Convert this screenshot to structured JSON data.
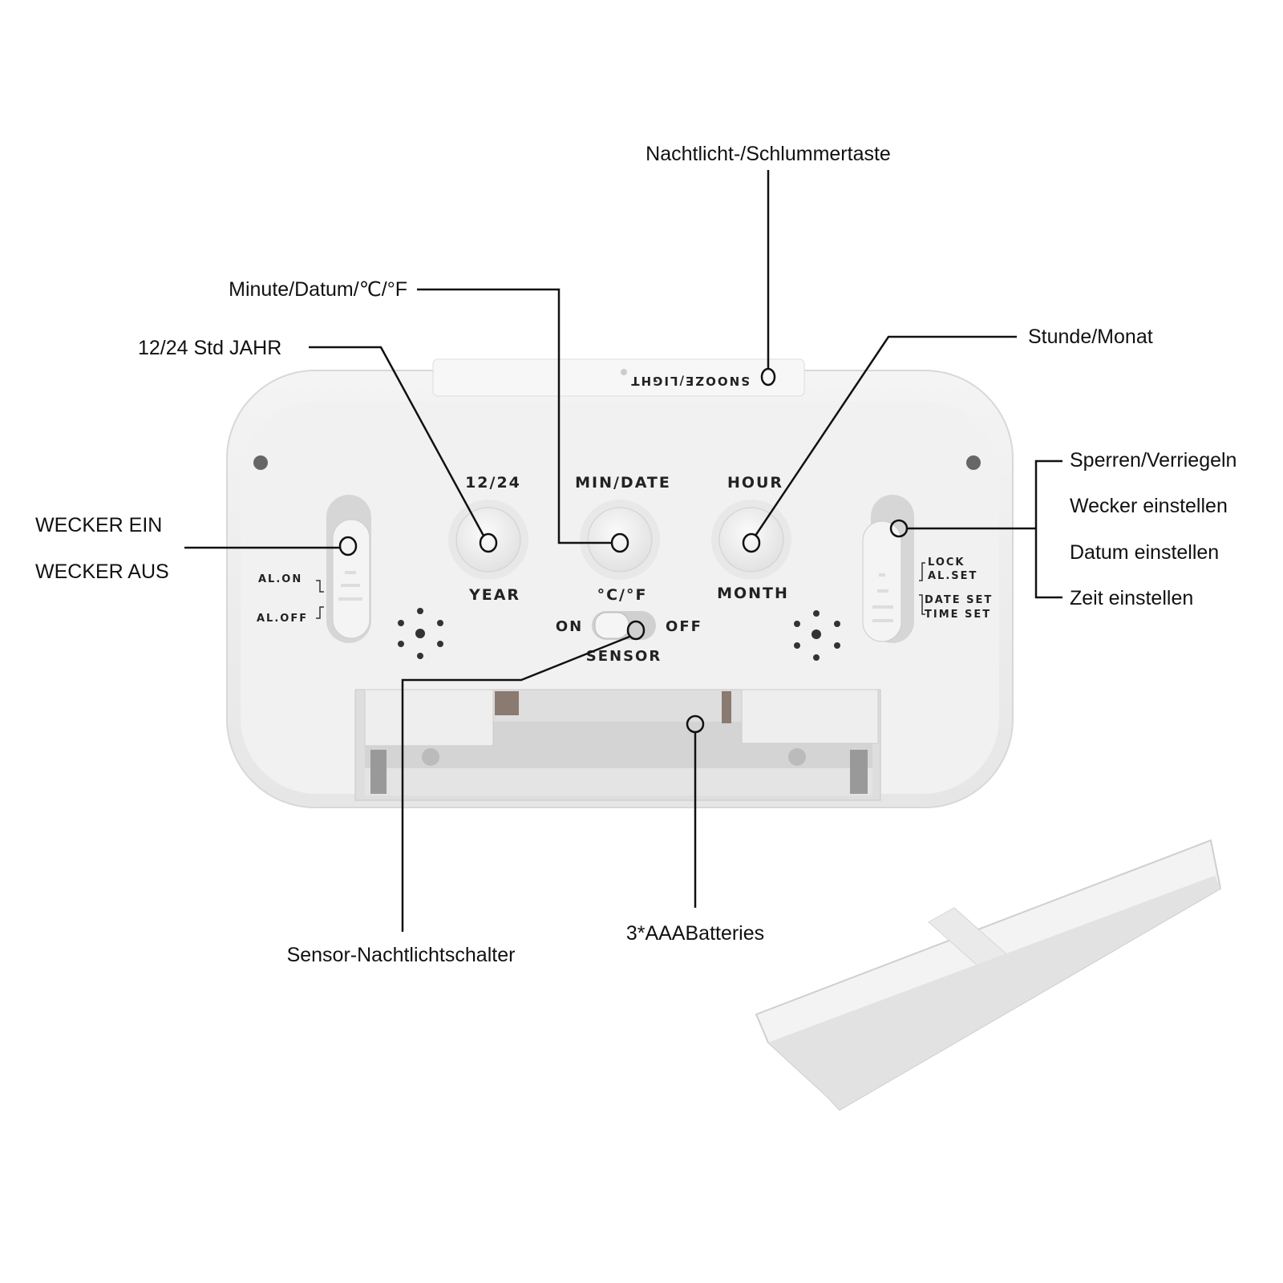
{
  "callouts": {
    "snooze": "Nachtlicht-/Schlummertaste",
    "minute": "Minute/Datum/℃/°F",
    "year": "12/24 Std JAHR",
    "hour": "Stunde/Monat",
    "lock": "Sperren/Verriegeln",
    "alarm_set": "Wecker einstellen",
    "date_set": "Datum einstellen",
    "time_set": "Zeit einstellen",
    "alarm_on": "WECKER EIN",
    "alarm_off": "WECKER AUS",
    "sensor": "Sensor-Nachtlichtschalter",
    "batteries": "3*AAABatteries"
  },
  "device": {
    "snooze_label": "SNOOZE/LIGHT",
    "btn1_top": "12/24",
    "btn1_bottom": "YEAR",
    "btn2_top": "MIN/DATE",
    "btn2_bottom": "°C/°F",
    "btn3_top": "HOUR",
    "btn3_bottom": "MONTH",
    "al_on": "AL.ON",
    "al_off": "AL.OFF",
    "lock": "LOCK",
    "al_set": "AL.SET",
    "date_set": "DATE SET",
    "time_set": "TIME SET",
    "sensor_on": "ON",
    "sensor_off": "OFF",
    "sensor": "SENSOR"
  }
}
